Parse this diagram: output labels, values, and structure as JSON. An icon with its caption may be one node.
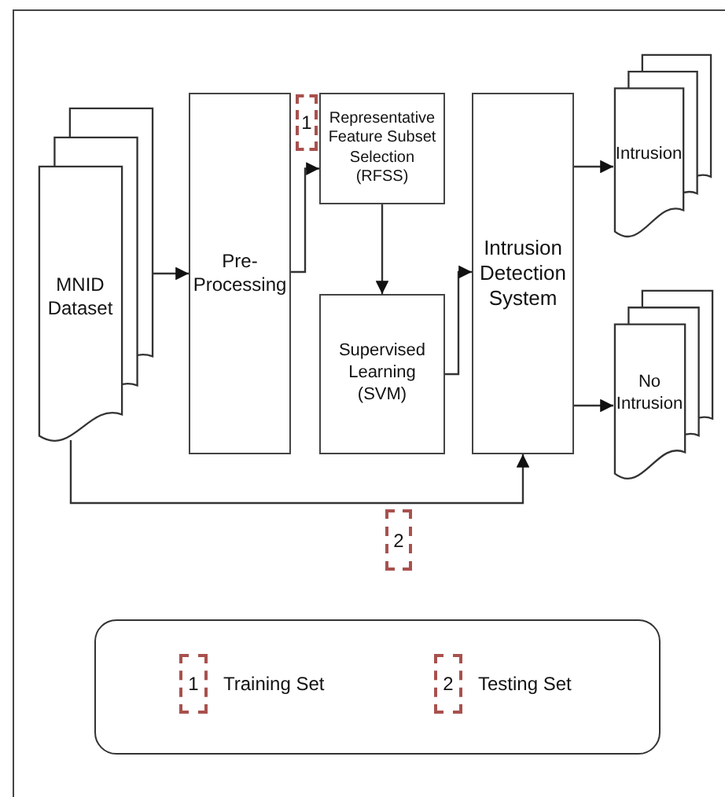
{
  "diagram": {
    "nodes": [
      {
        "text": [
          "MNID Dataset"
        ]
      },
      {
        "text": [
          "Pre- Processing"
        ]
      },
      {
        "text": [
          "Representative Feature Subset Selection (RFSS)"
        ]
      },
      {
        "text": [
          "Supervised Learning (SVM)"
        ]
      },
      {
        "text": [
          "Intrusion Detection System"
        ]
      },
      {
        "text": [
          "Intrusion"
        ]
      },
      {
        "text": [
          "No Intrusion"
        ]
      },
      {
        "text": [
          "1"
        ]
      },
      {
        "text": [
          "2"
        ]
      },
      {
        "text": [],
        "shape": "box"
      },
      {
        "text": [
          "1"
        ],
        "in": 9,
        "beside": [
          "Training Set"
        ]
      },
      {
        "text": [
          "2"
        ],
        "in": 9,
        "beside": [
          "Testing Set"
        ]
      }
    ],
    "edges": [
      {
        "from": 0,
        "to": 1,
        "arrow": "to"
      },
      {
        "from": 1,
        "to": 2,
        "arrow": "to"
      },
      {
        "from": 2,
        "to": 3,
        "arrow": "to"
      },
      {
        "from": 3,
        "to": 4,
        "arrow": "to"
      },
      {
        "from": 4,
        "to": 5,
        "arrow": "to"
      },
      {
        "from": 4,
        "to": 6,
        "arrow": "to"
      },
      {
        "from": 0,
        "to": 4,
        "arrow": "to"
      }
    ]
  }
}
